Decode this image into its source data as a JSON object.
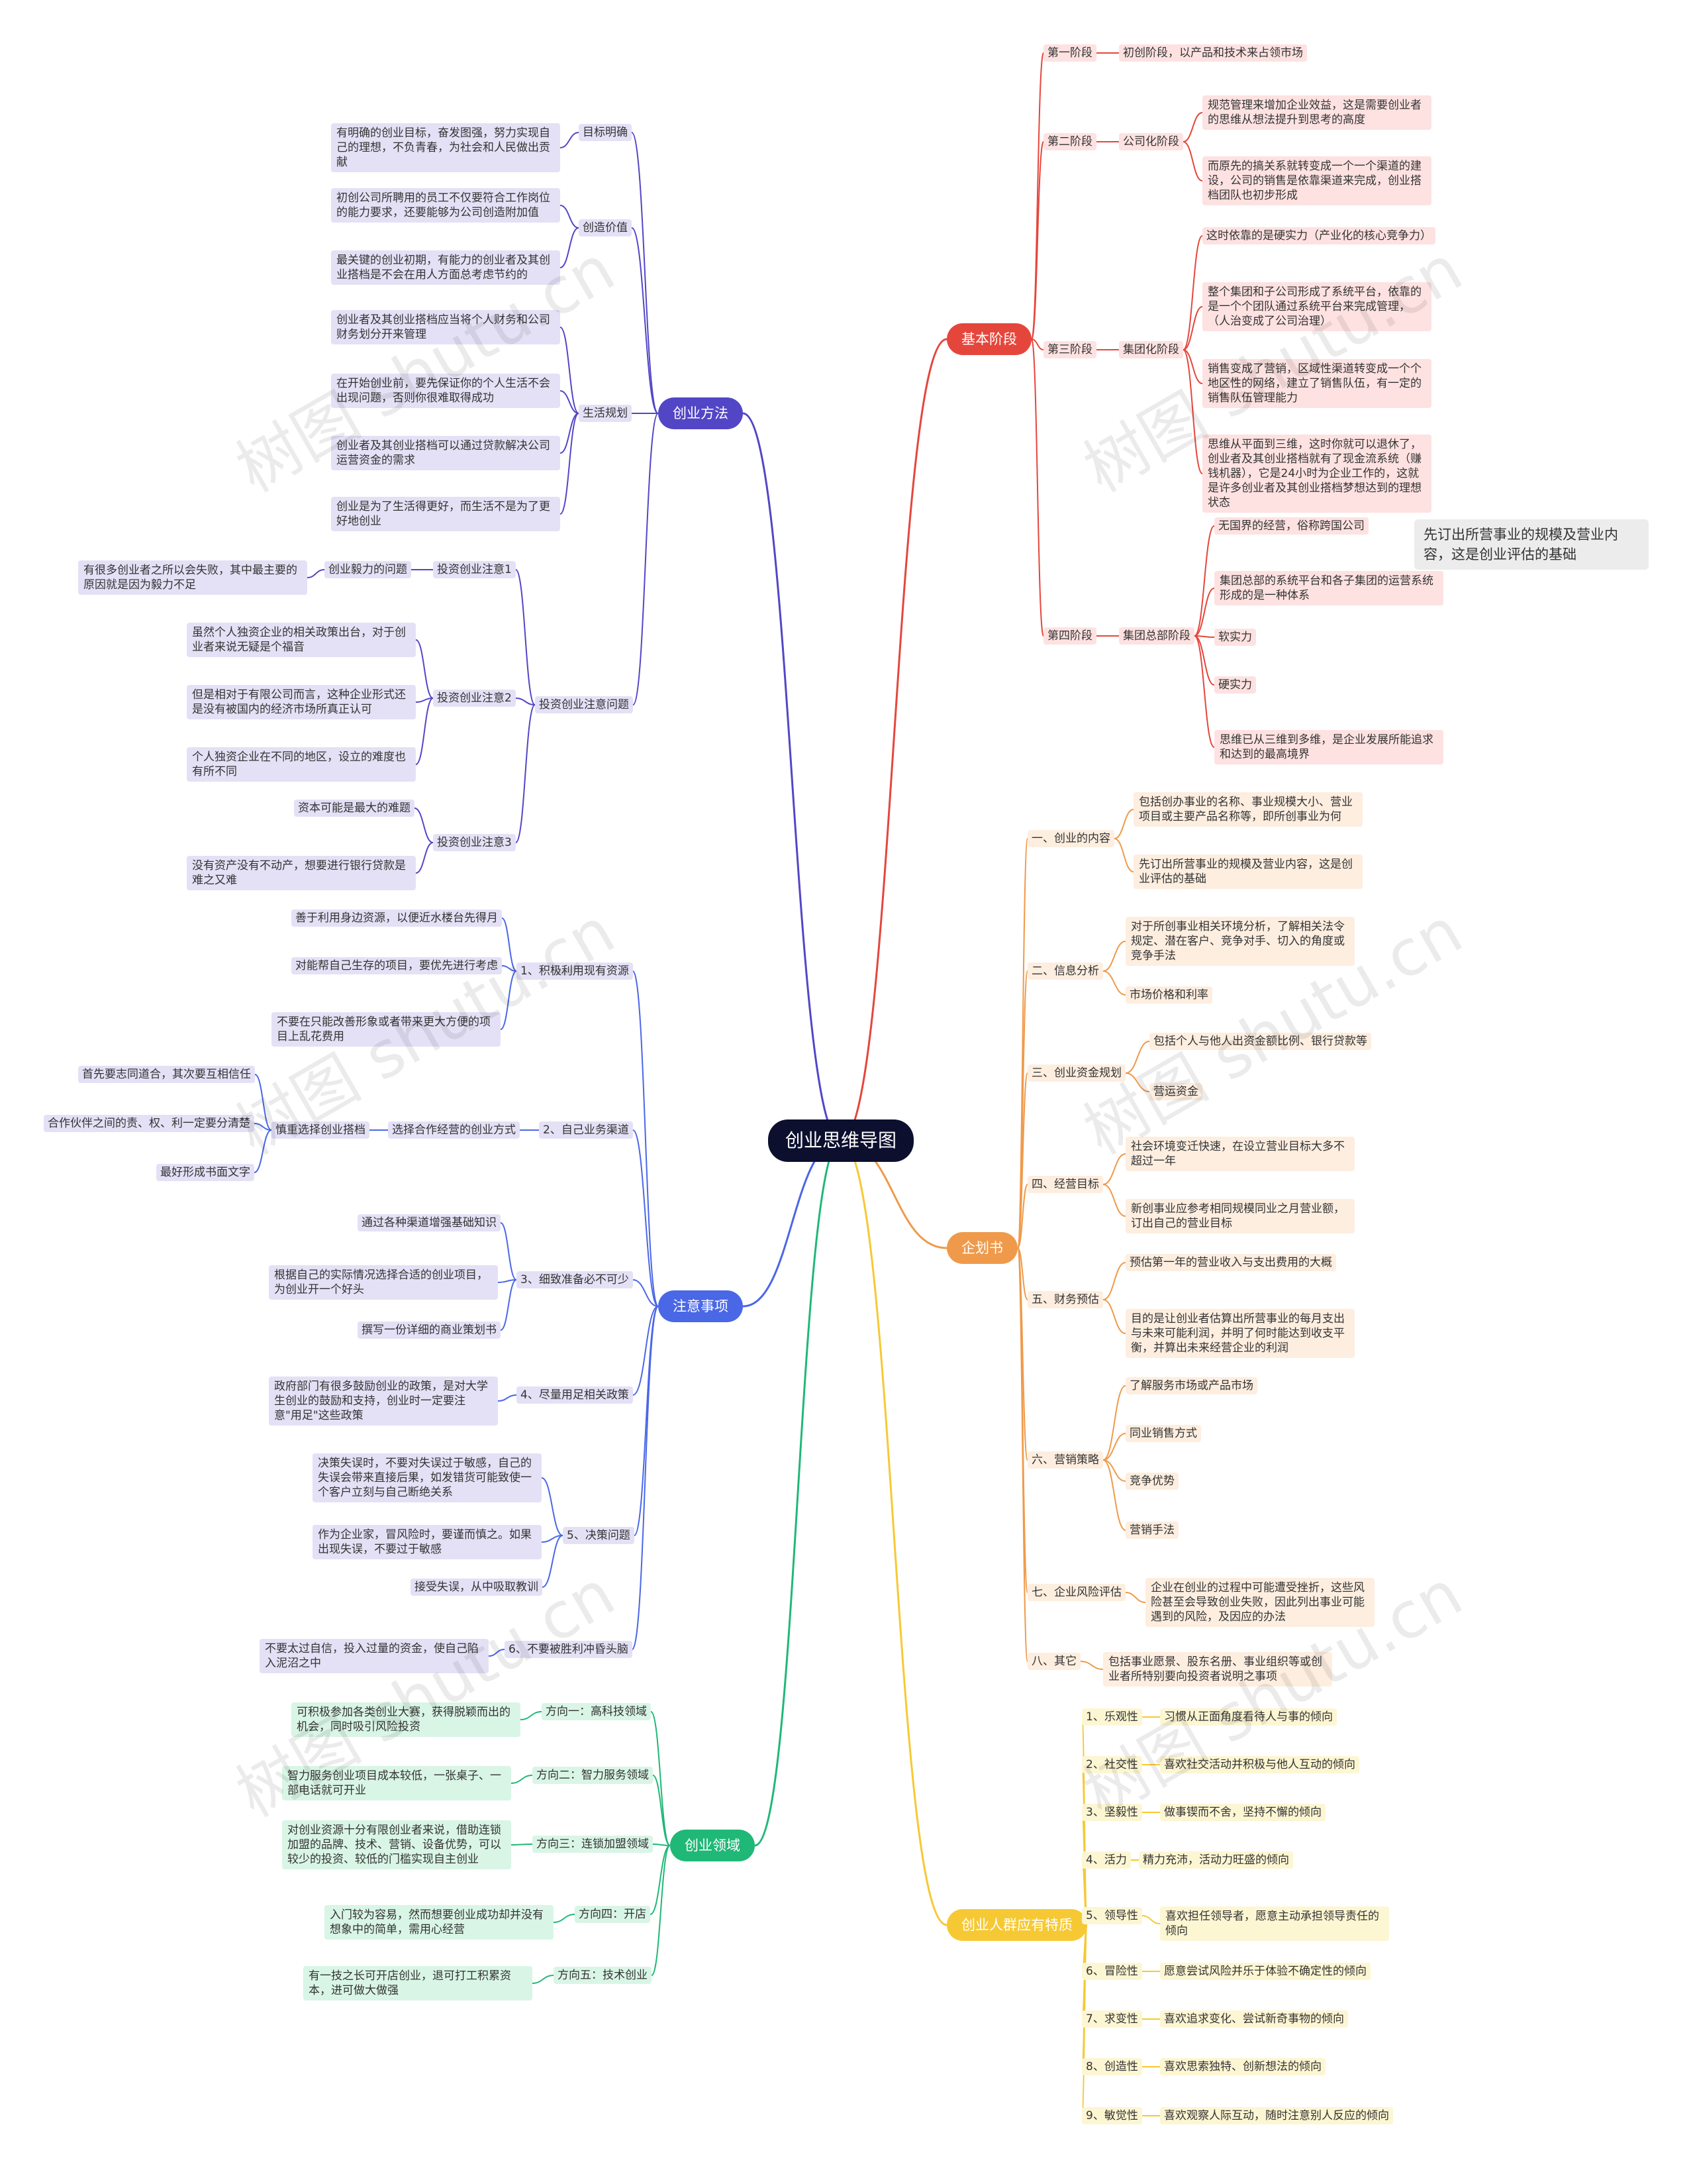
{
  "root": "创业思维导图",
  "watermark": "树图 shutu.cn",
  "float_note": "先订出所营事业的规模及营业内容，这是创业评估的基础",
  "colors": {
    "purple": "#5346c6",
    "red": "#e5463c",
    "orange": "#ef9a4a",
    "yellow": "#f6c934",
    "green": "#1fb877",
    "blue": "#4a67e6",
    "root": "#0c0f2e"
  },
  "branches": {
    "b1": "创业方法",
    "b2": "注意事项",
    "b3": "创业领域",
    "b4": "基本阶段",
    "b5": "企划书",
    "b6": "创业人群应有特质"
  },
  "nodes": {
    "m1": "目标明确",
    "m1a": "有明确的创业目标，奋发图强，努力实现自己的理想，不负青春，为社会和人民做出贡献",
    "m2": "创造价值",
    "m2a": "初创公司所聘用的员工不仅要符合工作岗位的能力要求，还要能够为公司创造附加值",
    "m2b": "最关键的创业初期，有能力的创业者及其创业搭档是不会在用人方面总考虑节约的",
    "m3": "生活规划",
    "m3a": "创业者及其创业搭档应当将个人财务和公司财务划分开来管理",
    "m3b": "在开始创业前，要先保证你的个人生活不会出现问题，否则你很难取得成功",
    "m3c": "创业者及其创业搭档可以通过贷款解决公司运营资金的需求",
    "m3d": "创业是为了生活得更好，而生活不是为了更好地创业",
    "m4": "投资创业注意问题",
    "m4a": "投资创业注意1",
    "m4a1": "创业毅力的问题",
    "m4a1x": "有很多创业者之所以会失败，其中最主要的原因就是因为毅力不足",
    "m4b": "投资创业注意2",
    "m4b1": "虽然个人独资企业的相关政策出台，对于创业者来说无疑是个福音",
    "m4b2": "但是相对于有限公司而言，这种企业形式还是没有被国内的经济市场所真正认可",
    "m4b3": "个人独资企业在不同的地区，设立的难度也有所不同",
    "m4c": "投资创业注意3",
    "m4c1": "资本可能是最大的难题",
    "m4c2": "没有资产没有不动产，想要进行银行贷款是难之又难",
    "n1": "1、积极利用现有资源",
    "n1a": "善于利用身边资源，以便近水楼台先得月",
    "n1b": "对能帮自己生存的项目，要优先进行考虑",
    "n1c": "不要在只能改善形象或者带来更大方便的项目上乱花费用",
    "n2": "2、自己业务渠道",
    "n2a": "选择合作经营的创业方式",
    "n2a1": "慎重选择创业搭档",
    "n2a1x": "首先要志同道合，其次要互相信任",
    "n2a1y": "合作伙伴之间的责、权、利一定要分清楚",
    "n2a1z": "最好形成书面文字",
    "n3": "3、细致准备必不可少",
    "n3a": "通过各种渠道增强基础知识",
    "n3b": "根据自己的实际情况选择合适的创业项目，为创业开一个好头",
    "n3c": "撰写一份详细的商业策划书",
    "n4": "4、尽量用足相关政策",
    "n4a": "政府部门有很多鼓励创业的政策，是对大学生创业的鼓励和支持，创业时一定要注意\"用足\"这些政策",
    "n5": "5、决策问题",
    "n5a": "决策失误时，不要对失误过于敏感，自己的失误会带来直接后果，如发错货可能致使一个客户立刻与自己断绝关系",
    "n5b": "作为企业家，冒风险时，要谨而慎之。如果出现失误，不要过于敏感",
    "n5c": "接受失误，从中吸取教训",
    "n6": "6、不要被胜利冲昏头脑",
    "n6a": "不要太过自信，投入过量的资金，使自己陷入泥沼之中",
    "g1": "方向一：高科技领域",
    "g1a": "可积极参加各类创业大赛，获得脱颖而出的机会，同时吸引风险投资",
    "g2": "方向二：智力服务领域",
    "g2a": "智力服务创业项目成本较低，一张桌子、一部电话就可开业",
    "g3": "方向三：连锁加盟领域",
    "g3a": "对创业资源十分有限创业者来说，借助连锁加盟的品牌、技术、营销、设备优势，可以较少的投资、较低的门槛实现自主创业",
    "g4": "方向四：开店",
    "g4a": "入门较为容易，然而想要创业成功却并没有想象中的简单，需用心经营",
    "g5": "方向五：技术创业",
    "g5a": "有一技之长可开店创业，退可打工积累资本，进可做大做强",
    "s1": "第一阶段",
    "s1a": "初创阶段，以产品和技术来占领市场",
    "s2": "第二阶段",
    "s2a": "公司化阶段",
    "s2a1": "规范管理来增加企业效益，这是需要创业者的思维从想法提升到思考的高度",
    "s2a2": "而原先的搞关系就转变成一个一个渠道的建设，公司的销售是依靠渠道来完成，创业搭档团队也初步形成",
    "s3": "第三阶段",
    "s3a": "集团化阶段",
    "s3a1": "这时依靠的是硬实力（产业化的核心竞争力）",
    "s3a2": "整个集团和子公司形成了系统平台，依靠的是一个个团队通过系统平台来完成管理，（人治变成了公司治理）",
    "s3a3": "销售变成了营销，区域性渠道转变成一个个地区性的网络，建立了销售队伍，有一定的销售队伍管理能力",
    "s3a4": "思维从平面到三维，这时你就可以退休了，创业者及其创业搭档就有了现金流系统（赚钱机器），它是24小时为企业工作的，这就是许多创业者及其创业搭档梦想达到的理想状态",
    "s4": "第四阶段",
    "s4a": "集团总部阶段",
    "s4a1": "无国界的经营，俗称跨国公司",
    "s4a2": "集团总部的系统平台和各子集团的运营系统形成的是一种体系",
    "s4a3": "软实力",
    "s4a4": "硬实力",
    "s4a5": "思维已从三维到多维，是企业发展所能追求和达到的最高境界",
    "p1": "一、创业的内容",
    "p1a": "包括创办事业的名称、事业规模大小、营业项目或主要产品名称等，即所创事业为何",
    "p1b": "先订出所营事业的规模及营业内容，这是创业评估的基础",
    "p2": "二、信息分析",
    "p2a": "对于所创事业相关环境分析，了解相关法令规定、潜在客户、竞争对手、切入的角度或竞争手法",
    "p2b": "市场价格和利率",
    "p3": "三、创业资金规划",
    "p3a": "包括个人与他人出资金额比例、银行贷款等",
    "p3b": "营运资金",
    "p4": "四、经营目标",
    "p4a": "社会环境变迁快速，在设立营业目标大多不超过一年",
    "p4b": "新创事业应参考相同规模同业之月营业额，订出自己的营业目标",
    "p5": "五、财务预估",
    "p5a": "预估第一年的营业收入与支出费用的大概",
    "p5b": "目的是让创业者估算出所营事业的每月支出与未来可能利润，并明了何时能达到收支平衡，并算出未来经营企业的利润",
    "p6": "六、营销策略",
    "p6a": "了解服务市场或产品市场",
    "p6b": "同业销售方式",
    "p6c": "竞争优势",
    "p6d": "营销手法",
    "p7": "七、企业风险评估",
    "p7a": "企业在创业的过程中可能遭受挫折，这些风险甚至会导致创业失败，因此列出事业可能遇到的风险，及因应的办法",
    "p8": "八、其它",
    "p8a": "包括事业愿景、股东名册、事业组织等或创业者所特别要向投资者说明之事项",
    "t1": "1、乐观性",
    "t1a": "习惯从正面角度看待人与事的倾向",
    "t2": "2、社交性",
    "t2a": "喜欢社交活动并积极与他人互动的倾向",
    "t3": "3、坚毅性",
    "t3a": "做事锲而不舍，坚持不懈的倾向",
    "t4": "4、活力",
    "t4a": "精力充沛，活动力旺盛的倾向",
    "t5": "5、领导性",
    "t5a": "喜欢担任领导者，愿意主动承担领导责任的倾向",
    "t6": "6、冒险性",
    "t6a": "愿意尝试风险并乐于体验不确定性的倾向",
    "t7": "7、求变性",
    "t7a": "喜欢追求变化、尝试新奇事物的倾向",
    "t8": "8、创造性",
    "t8a": "喜欢思索独特、创新想法的倾向",
    "t9": "9、敏觉性",
    "t9a": "喜欢观察人际互动，随时注意别人反应的倾向"
  }
}
